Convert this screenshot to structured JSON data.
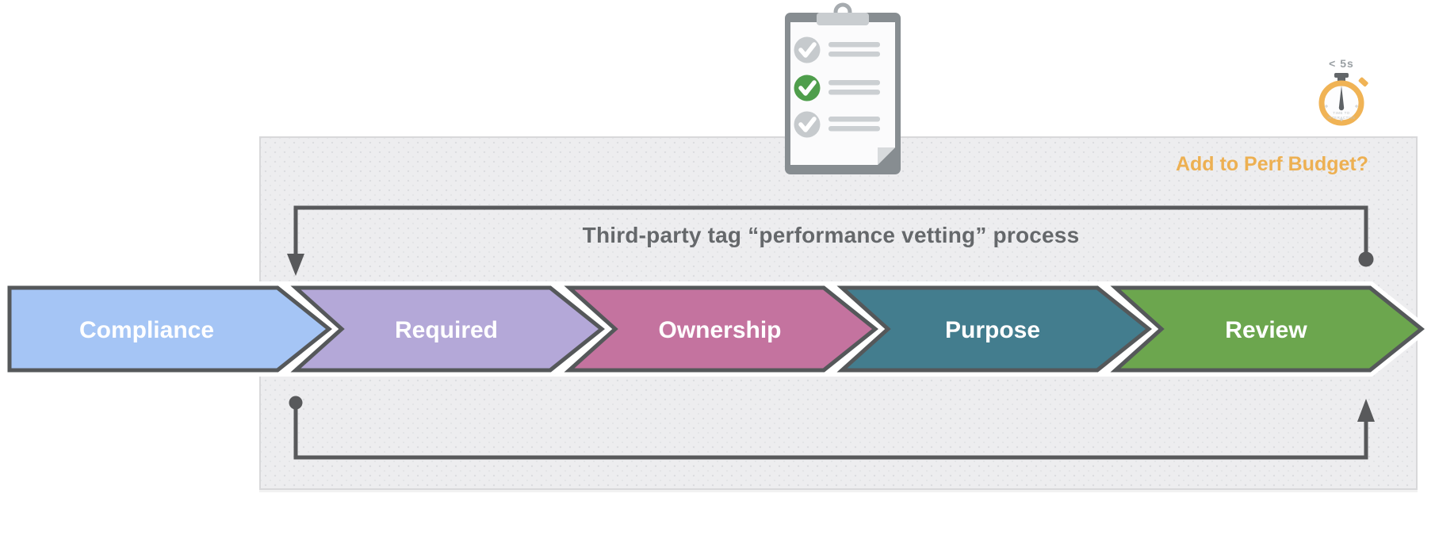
{
  "title": {
    "text": "Third-party tag “performance vetting” process"
  },
  "perf_budget": {
    "label": "Add to Perf Budget?",
    "color": "#edb052"
  },
  "stopwatch": {
    "time_label": "< 5s",
    "dial_line1": "TIME TO",
    "dial_line2": "INTERACTIVE",
    "ring_color": "#f0b355",
    "needle_color": "#5e6266"
  },
  "clipboard": {
    "board_color": "#878d91",
    "items": [
      {
        "state": "unchecked",
        "color": "#c6cacd"
      },
      {
        "state": "checked",
        "color": "#4f9e4c"
      },
      {
        "state": "unchecked",
        "color": "#c6cacd"
      }
    ]
  },
  "process": {
    "steps": [
      {
        "label": "Compliance",
        "color": "#a5c5f5"
      },
      {
        "label": "Required",
        "color": "#b4a8d8"
      },
      {
        "label": "Ownership",
        "color": "#c4739f"
      },
      {
        "label": "Purpose",
        "color": "#437d8e"
      },
      {
        "label": "Review",
        "color": "#6ca64e"
      }
    ],
    "border_color": "#55585a"
  },
  "connectors": {
    "line_color": "#58595b"
  }
}
